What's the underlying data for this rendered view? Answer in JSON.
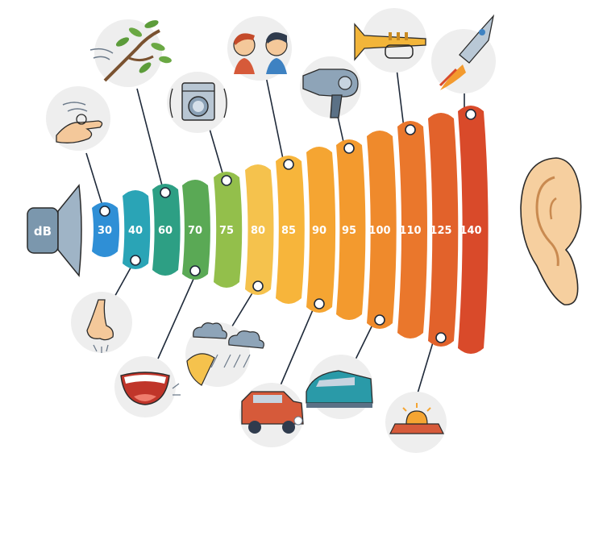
{
  "speaker": {
    "label": "dB",
    "color": "#7b97ad"
  },
  "bars": [
    {
      "value": "30",
      "color": "#2f8fd6"
    },
    {
      "value": "40",
      "color": "#2aa4b6"
    },
    {
      "value": "60",
      "color": "#2d9f84"
    },
    {
      "value": "70",
      "color": "#5aa955"
    },
    {
      "value": "75",
      "color": "#93bf4b"
    },
    {
      "value": "80",
      "color": "#f5c24d"
    },
    {
      "value": "85",
      "color": "#f7b53b"
    },
    {
      "value": "90",
      "color": "#f5a532"
    },
    {
      "value": "95",
      "color": "#f39a2e"
    },
    {
      "value": "100",
      "color": "#ef8a2c"
    },
    {
      "value": "110",
      "color": "#ea772c"
    },
    {
      "value": "125",
      "color": "#e2622b"
    },
    {
      "value": "140",
      "color": "#d94a2a"
    }
  ],
  "icons": [
    "finger-snap-icon",
    "leaves-wind-icon",
    "washing-machine-icon",
    "people-talking-icon",
    "hair-dryer-icon",
    "trumpet-icon",
    "rocket-icon",
    "nose-icon",
    "laughing-mouth-icon",
    "rain-cloud-umbrella-icon",
    "car-icon",
    "train-icon",
    "siren-icon",
    "ear-icon"
  ]
}
